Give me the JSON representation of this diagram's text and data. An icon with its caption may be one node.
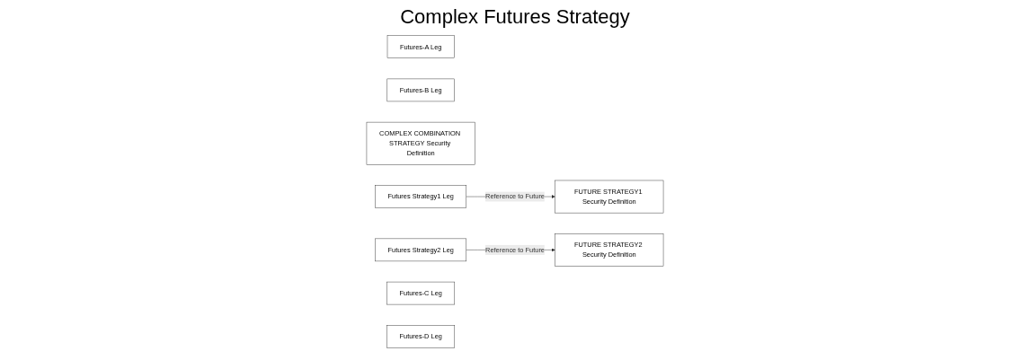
{
  "diagram": {
    "title": "Complex Futures Strategy",
    "nodes": [
      {
        "text": [
          "FUTURE STRATEGY1 Security Definition"
        ]
      },
      {
        "text": [
          "Futures-A Leg"
        ]
      },
      {
        "text": [
          "Futures-B Leg"
        ]
      },
      {
        "text": [
          "COMPLEX COMBINATION STRATEGY Security Definition"
        ]
      },
      {
        "text": [
          "Futures Strategy1 Leg"
        ]
      },
      {
        "text": [
          "Futures Strategy2 Leg"
        ]
      },
      {
        "text": [
          "FUTURE STRATEGY2 Security Definition"
        ]
      },
      {
        "text": [
          "Futures-C Leg"
        ]
      },
      {
        "text": [
          "Futures-D Leg"
        ]
      }
    ],
    "edges": [
      {
        "from": 4,
        "to": 0,
        "arrow": "to",
        "label": "Reference to Future"
      },
      {
        "from": 5,
        "to": 6,
        "arrow": "to",
        "label": "Reference to Future"
      }
    ]
  }
}
